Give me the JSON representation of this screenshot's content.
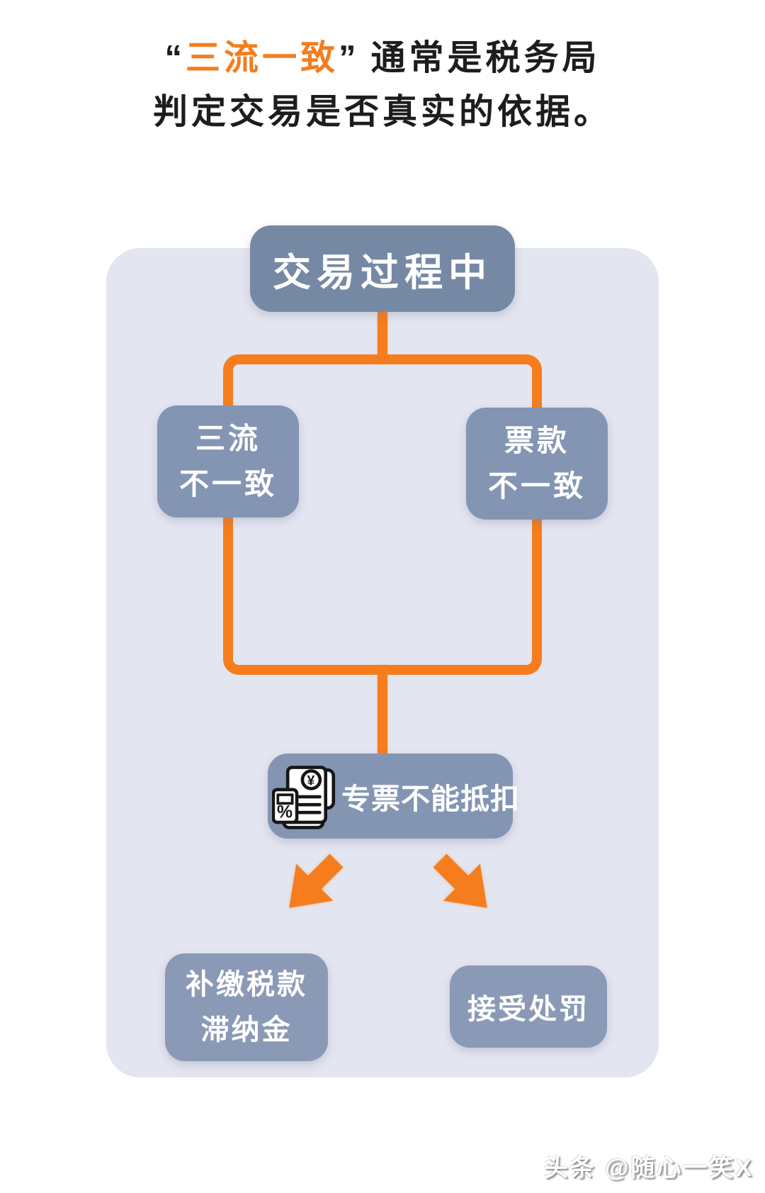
{
  "colors": {
    "page_bg": "#ffffff",
    "accent": "#f57d1d",
    "title_text": "#1d1d1f",
    "container_bg": "#e3e5f0",
    "node_root_bg": "#7689a4",
    "node_branch_bg": "#8395b2",
    "node_result_bg": "#8395b2",
    "node_consequence_bg": "#8a9ab6",
    "node_text": "#ffffff"
  },
  "title": {
    "quote_open": "“",
    "highlight": "三流一致",
    "quote_close": "”",
    "line1_rest": "通常是税务局",
    "line2": "判定交易是否真实的依据。"
  },
  "flowchart": {
    "root_label": "交易过程中",
    "branch_left": {
      "line1": "三流",
      "line2": "不一致"
    },
    "branch_right": {
      "line1": "票款",
      "line2": "不一致"
    },
    "result_label": "专票不能抵扣",
    "icon": {
      "name": "invoice-calculator-icon",
      "currency_symbol": "¥",
      "percent_symbol": "%"
    },
    "consequence_left": {
      "line1": "补缴税款",
      "line2": "滞纳金"
    },
    "consequence_right": {
      "line1": "接受处罚"
    }
  },
  "watermark": {
    "text": "头条 @随心一笑X"
  }
}
